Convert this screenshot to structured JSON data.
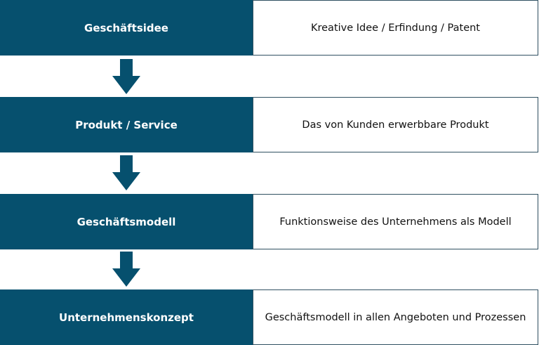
{
  "steps": [
    {
      "label": "Geschäftsidee",
      "description": "Kreative Idee / Erfindung / Patent"
    },
    {
      "label": "Produkt / Service",
      "description": "Das von Kunden erwerbbare Produkt"
    },
    {
      "label": "Geschäftsmodell",
      "description": "Funktionsweise des Unternehmens als Modell"
    },
    {
      "label": "Unternehmenskonzept",
      "description": "Geschäftsmodell in allen Angeboten und Prozessen"
    }
  ],
  "colors": {
    "box_fill": "#06506e",
    "arrow_fill": "#06506e",
    "border": "#2f5061"
  },
  "icons": {
    "connector": "arrow-down-icon"
  }
}
